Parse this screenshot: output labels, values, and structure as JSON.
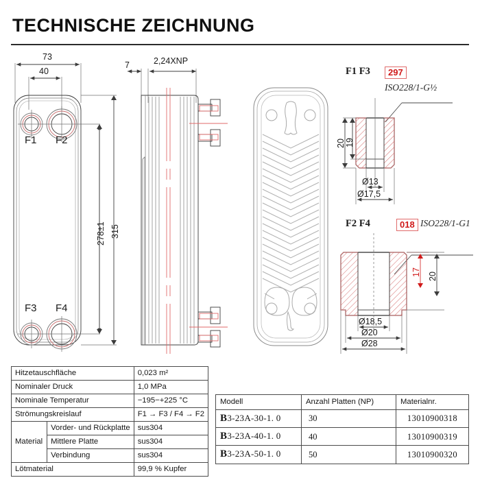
{
  "document": {
    "title": "TECHNISCHE ZEICHNUNG"
  },
  "front_view": {
    "width_overall": "73",
    "port_spacing": "40",
    "height_ports": "278±1",
    "height_overall": "315",
    "ports": [
      {
        "id": "F1"
      },
      {
        "id": "F2"
      },
      {
        "id": "F3"
      },
      {
        "id": "F4"
      }
    ]
  },
  "side_view": {
    "plate_pack_start": "7",
    "pack_thickness": "2,24XNP"
  },
  "fitting_top": {
    "ports": "F1  F3",
    "code": "297",
    "thread": "ISO228/1-G½",
    "height_outer": "20",
    "height_inner": "19",
    "dia_inner": "Ø13",
    "dia_outer": "Ø17,5"
  },
  "fitting_bottom": {
    "ports": "F2  F4",
    "code": "018",
    "thread": "ISO228/1-G1",
    "height_red": "17",
    "height_outer": "20",
    "dia_inner": "Ø18,5",
    "dia_mid": "Ø20",
    "dia_outer": "Ø28"
  },
  "spec_table": {
    "rows": [
      {
        "key": "Hitzetauschfläche",
        "value": "0,023 m²"
      },
      {
        "key": "Nominaler Druck",
        "value": "1,0 MPa"
      },
      {
        "key": "Nominale Temperatur",
        "value": "−195−+225 °C"
      },
      {
        "key": "Strömungskreislauf",
        "value": "F1 → F3 / F4 → F2"
      }
    ],
    "material_label": "Material",
    "material_rows": [
      {
        "key": "Vorder- und Rückplatte",
        "value": "sus304"
      },
      {
        "key": "Mittlere Platte",
        "value": "sus304"
      },
      {
        "key": "Verbindung",
        "value": "sus304"
      }
    ],
    "solder": {
      "key": "Lötmaterial",
      "value": "99,9 % Kupfer"
    }
  },
  "model_table": {
    "headers": [
      "Modell",
      "Anzahl Platten (NP)",
      "Materialnr."
    ],
    "rows": [
      {
        "model": "B3-23A-30-1. 0",
        "plates": "30",
        "material_no": "13010900318"
      },
      {
        "model": "B3-23A-40-1. 0",
        "plates": "40",
        "material_no": "13010900319"
      },
      {
        "model": "B3-23A-50-1. 0",
        "plates": "50",
        "material_no": "13010900320"
      }
    ]
  },
  "colors": {
    "line": "#3c3c3c",
    "red": "#d01a1a",
    "plate_gray": "#9a9a9a"
  }
}
